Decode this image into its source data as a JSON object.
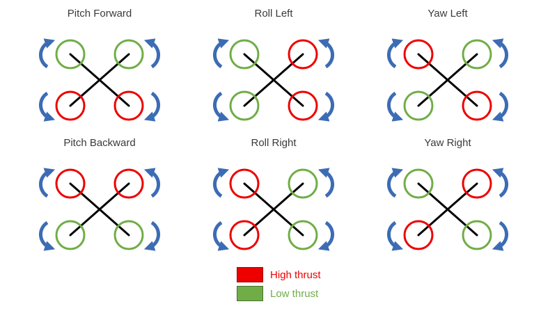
{
  "diagrams": [
    {
      "title": "Pitch Forward",
      "rotors": {
        "top_left": "low",
        "top_right": "low",
        "bottom_left": "high",
        "bottom_right": "high"
      }
    },
    {
      "title": "Roll Left",
      "rotors": {
        "top_left": "low",
        "top_right": "high",
        "bottom_left": "low",
        "bottom_right": "high"
      }
    },
    {
      "title": "Yaw Left",
      "rotors": {
        "top_left": "high",
        "top_right": "low",
        "bottom_left": "low",
        "bottom_right": "high"
      }
    },
    {
      "title": "Pitch Backward",
      "rotors": {
        "top_left": "high",
        "top_right": "high",
        "bottom_left": "low",
        "bottom_right": "low"
      }
    },
    {
      "title": "Roll Right",
      "rotors": {
        "top_left": "high",
        "top_right": "low",
        "bottom_left": "high",
        "bottom_right": "low"
      }
    },
    {
      "title": "Yaw Right",
      "rotors": {
        "top_left": "low",
        "top_right": "high",
        "bottom_left": "high",
        "bottom_right": "low"
      }
    }
  ],
  "colors": {
    "high_thrust": "#ee0000",
    "low_thrust": "#70ad47",
    "arrow": "#3c6cb4",
    "frame": "#000000"
  },
  "legend": {
    "items": [
      {
        "label": "High thrust",
        "key": "high_thrust"
      },
      {
        "label": "Low thrust",
        "key": "low_thrust"
      }
    ]
  }
}
